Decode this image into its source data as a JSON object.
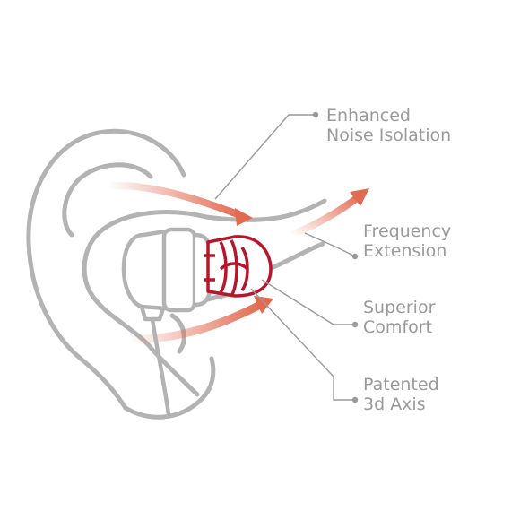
{
  "callouts": {
    "noise_isolation": {
      "line1": "Enhanced",
      "line2": "Noise Isolation"
    },
    "frequency_extension": {
      "line1": "Frequency",
      "line2": "Extension"
    },
    "superior_comfort": {
      "line1": "Superior",
      "line2": "Comfort"
    },
    "patented_axis": {
      "line1": "Patented",
      "line2": "3d Axis"
    }
  },
  "colors": {
    "background": "#ffffff",
    "ear_outline": "#b3b3b3",
    "leader_line": "#9a9a9a",
    "label_text": "#9a9a9a",
    "eartip_accent": "#b5162b",
    "sound_arrow": "#e26a50"
  },
  "icons": {
    "ear": "ear-outline",
    "earbud": "earbud-outline",
    "eartip": "eartip-3d-axis",
    "arrows": "sound-flow-arrow"
  }
}
